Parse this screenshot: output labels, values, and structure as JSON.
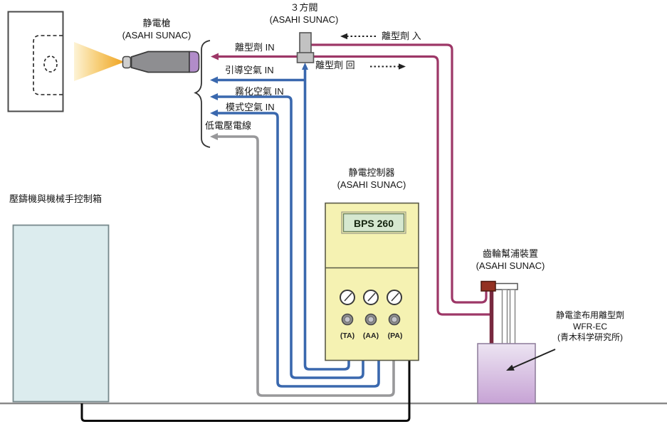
{
  "gun": {
    "title": "静電槍",
    "subtitle": "(ASAHI SUNAC)"
  },
  "valve": {
    "title": "３方閥",
    "subtitle": "(ASAHI SUNAC)"
  },
  "lines": {
    "release_in": "離型劑 IN",
    "pilot_air": "引導空氣  IN",
    "atomize_air": "霧化空氣 IN",
    "pattern_air": "模式空氣 IN",
    "low_voltage": "低電壓電線",
    "agent_supply": "離型劑 入",
    "agent_return": "離型劑 回"
  },
  "controller": {
    "title": "静電控制器",
    "subtitle": "(ASAHI SUNAC)",
    "display": "BPS 260",
    "knobs": [
      "(TA)",
      "(AA)",
      "(PA)"
    ]
  },
  "machine_box": {
    "label": "壓鑄機與機械手控制箱"
  },
  "pump": {
    "title": "齒輪幫浦裝置",
    "subtitle": "(ASAHI SUNAC)"
  },
  "tank": {
    "line1": "静電塗布用離型劑",
    "line2": "WFR-EC",
    "line3": "(青木科学研究所)"
  },
  "colors": {
    "release_agent_line": "#9d3767",
    "air_line": "#3a68ae",
    "low_voltage_line": "#98989a",
    "ground_wire": "#0a0a0a",
    "ground_rail": "#8a8a8a",
    "controller_body": "#f5f2b2",
    "display_screen": "#d6e8d0",
    "machine_box_fill": "#dcecee",
    "tank_fill_top": "#ece4f2",
    "tank_fill_bottom": "#c7a3d5",
    "pump_box": "#933122",
    "suction_tube": "#78293f",
    "gun_body": "#8e8e91",
    "gun_band": "#b18cc9",
    "spray_inner": "#efa21e",
    "spray_outer": "#fdf3d6"
  }
}
